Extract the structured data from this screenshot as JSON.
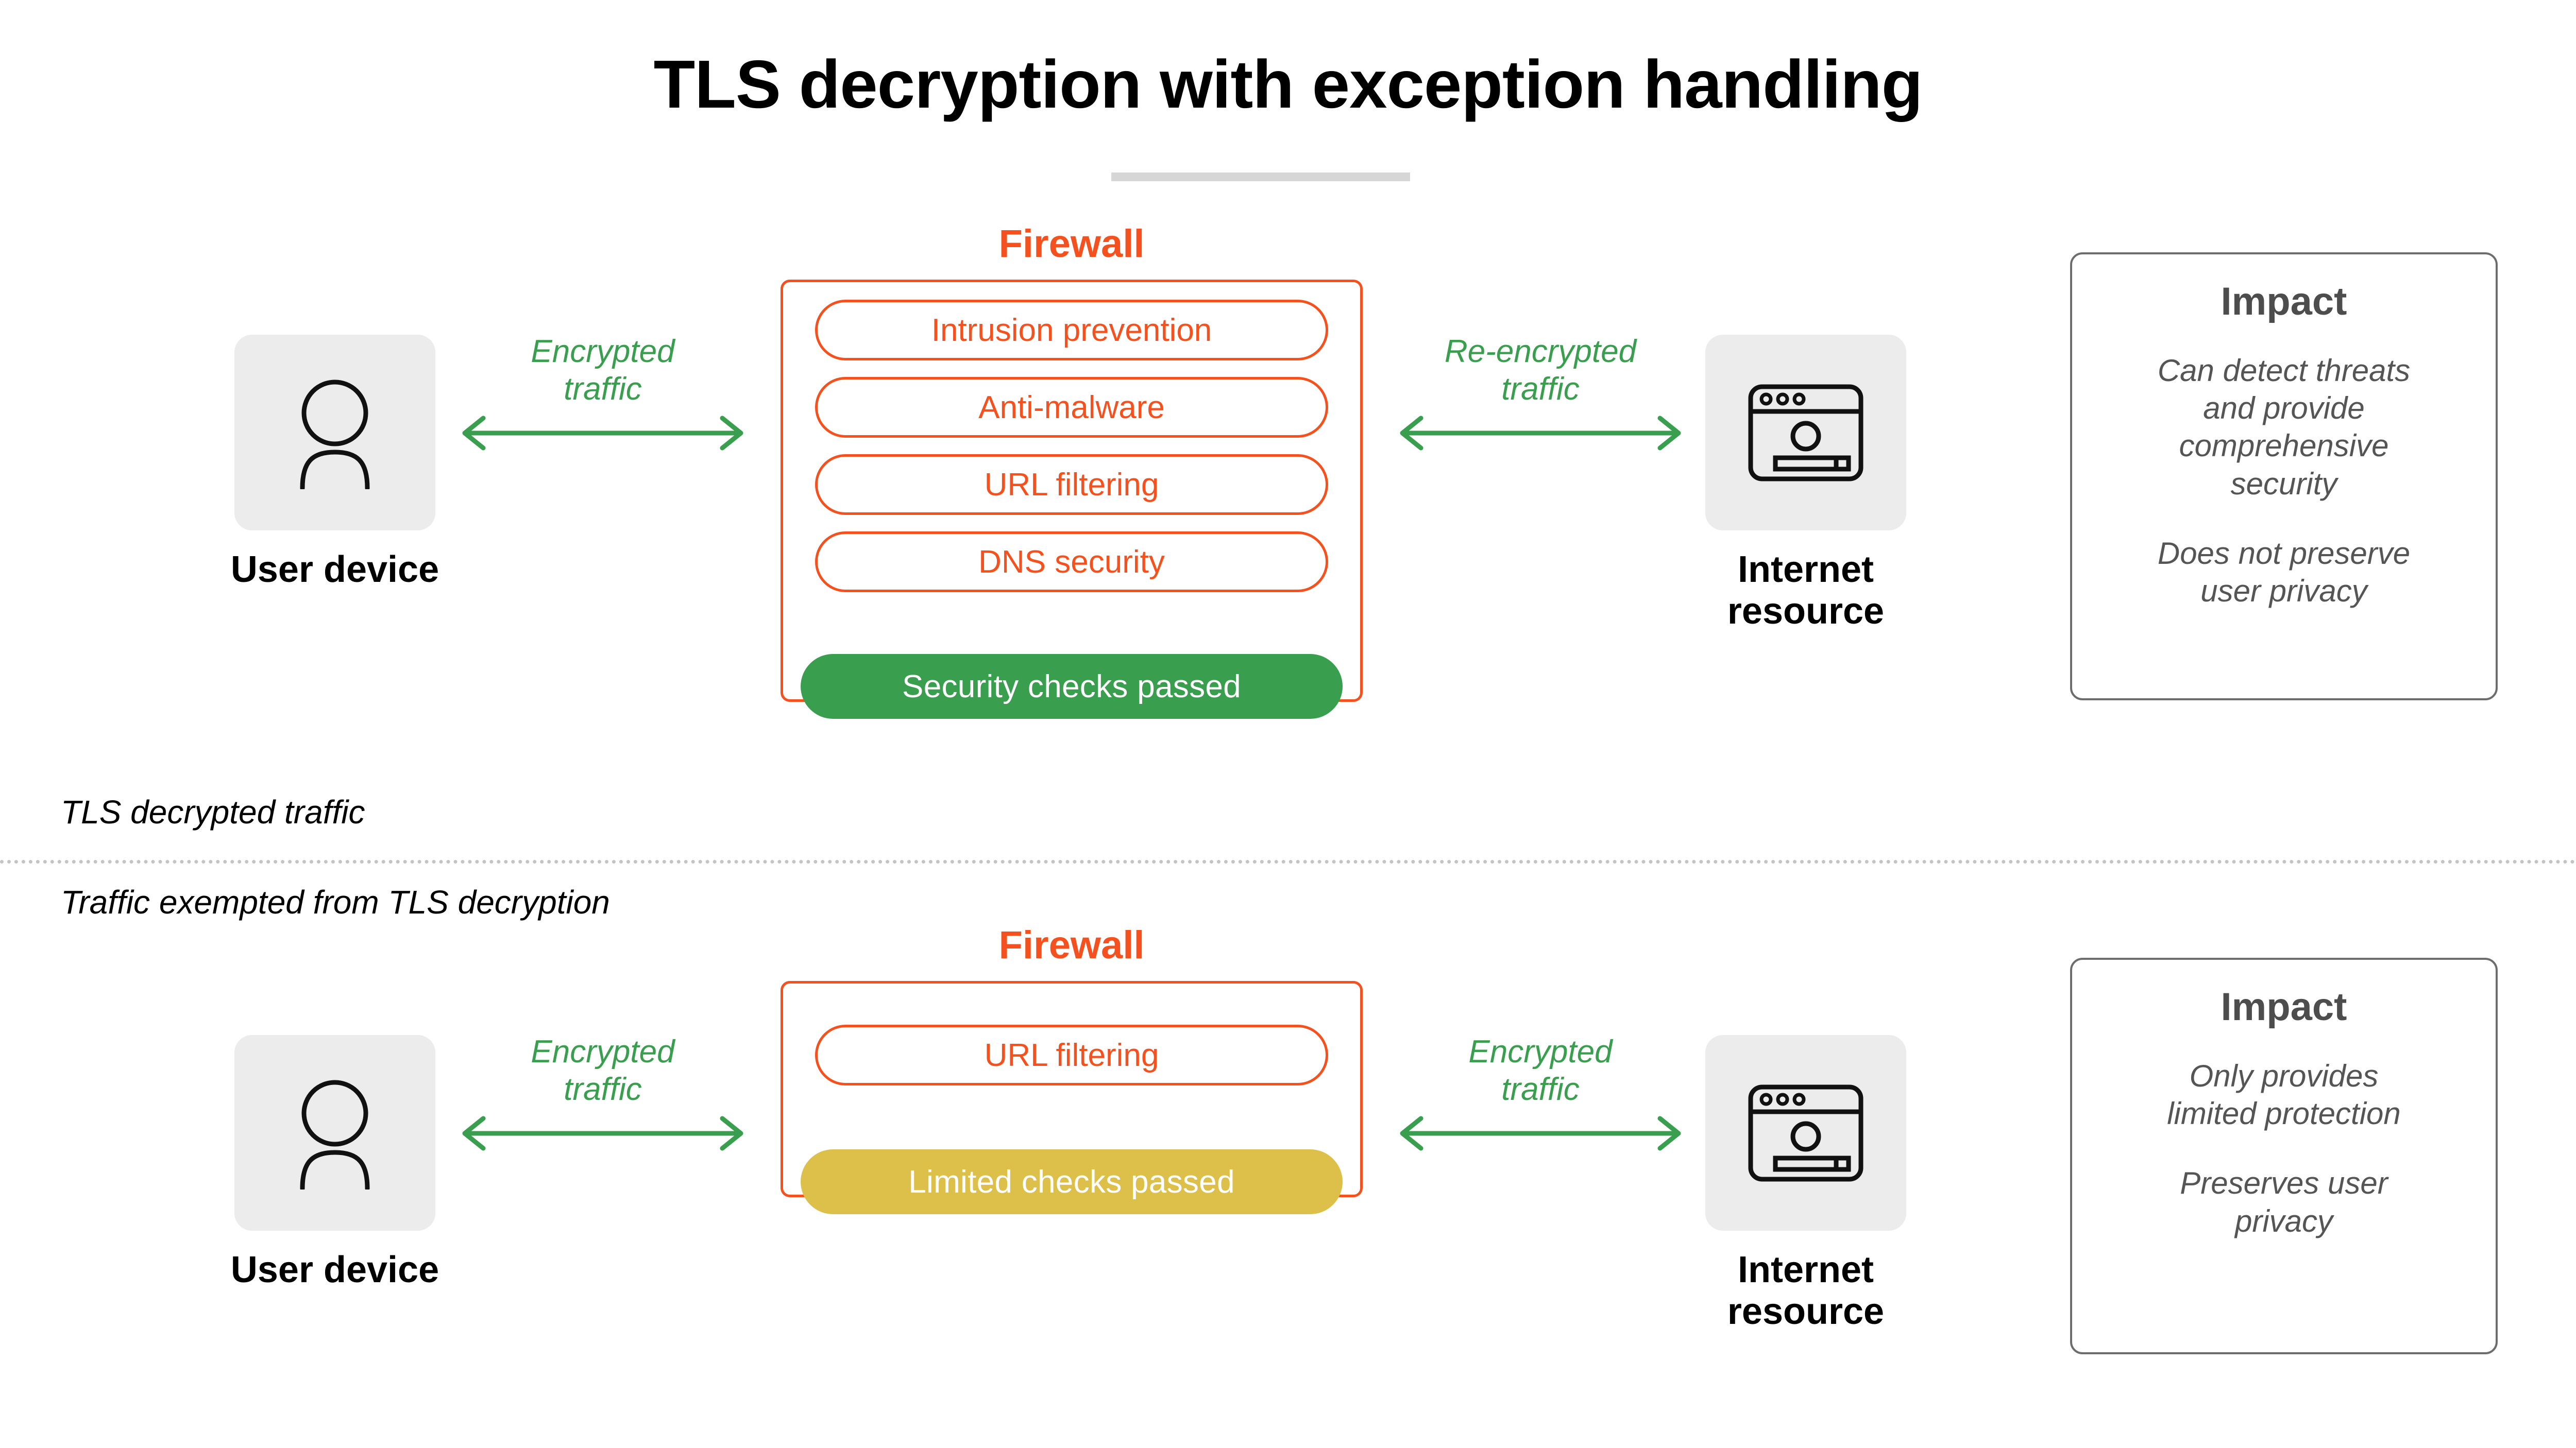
{
  "title": "TLS decryption with exception handling",
  "colors": {
    "firewall_orange": "#F4511E",
    "traffic_green": "#3A9E4F",
    "status_pass_green": "#3A9E4F",
    "status_limited_yellow": "#DDC04A",
    "tile_gray": "#ECECEC",
    "impact_text_gray": "#555555",
    "title_rule_gray": "#D6D6D6"
  },
  "divider": {
    "above_label": "TLS decrypted traffic",
    "below_label": "Traffic exempted from TLS decryption"
  },
  "flows": [
    {
      "id": "decrypted-flow",
      "user_device": {
        "label": "User device",
        "icon": "person-icon"
      },
      "left_arrow": {
        "label": "Encrypted\ntraffic",
        "icon": "double-headed-arrow-icon"
      },
      "firewall": {
        "title": "Firewall",
        "items": [
          "Intrusion prevention",
          "Anti-malware",
          "URL filtering",
          "DNS security"
        ],
        "status": "Security checks passed",
        "status_color": "#3A9E4F"
      },
      "right_arrow": {
        "label": "Re-encrypted\ntraffic",
        "icon": "double-headed-arrow-icon"
      },
      "internet_resource": {
        "label": "Internet\nresource",
        "icon": "browser-window-icon"
      },
      "impact": {
        "title": "Impact",
        "notes": [
          "Can detect threats\nand provide\ncomprehensive\nsecurity",
          "Does not preserve\nuser privacy"
        ]
      }
    },
    {
      "id": "exempted-flow",
      "user_device": {
        "label": "User device",
        "icon": "person-icon"
      },
      "left_arrow": {
        "label": "Encrypted\ntraffic",
        "icon": "double-headed-arrow-icon"
      },
      "firewall": {
        "title": "Firewall",
        "items": [
          "URL filtering"
        ],
        "status": "Limited checks passed",
        "status_color": "#DDC04A"
      },
      "right_arrow": {
        "label": "Encrypted\ntraffic",
        "icon": "double-headed-arrow-icon"
      },
      "internet_resource": {
        "label": "Internet\nresource",
        "icon": "browser-window-icon"
      },
      "impact": {
        "title": "Impact",
        "notes": [
          "Only provides\nlimited protection",
          "Preserves user\nprivacy"
        ]
      }
    }
  ]
}
